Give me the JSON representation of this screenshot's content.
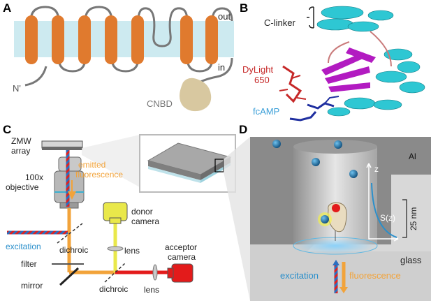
{
  "panels": {
    "a": "A",
    "b": "B",
    "c": "C",
    "d": "D"
  },
  "panelA": {
    "out": "out",
    "in": "in",
    "n_term": "N'",
    "domain": "CNBD"
  },
  "panelB": {
    "c_linker": "C-linker",
    "dye_line1": "DyLight",
    "dye_line2": "650",
    "ligand": "fcAMP"
  },
  "panelC": {
    "zmw_line1": "ZMW",
    "zmw_line2": "array",
    "objective_line1": "100x",
    "objective_line2": "objective",
    "emitted_line1": "emitted",
    "emitted_line2": "fluorescence",
    "donor_line1": "donor",
    "donor_line2": "camera",
    "acceptor_line1": "acceptor",
    "acceptor_line2": "camera",
    "excitation": "excitation",
    "dichroic1": "dichroic",
    "dichroic2": "dichroic",
    "lens1": "lens",
    "lens2": "lens",
    "filter": "filter",
    "mirror": "mirror"
  },
  "panelD": {
    "al": "Al",
    "z": "z",
    "sz": "S(z)",
    "scale": "25 nm",
    "glass": "glass",
    "excitation": "excitation",
    "fluorescence": "fluorescence"
  },
  "colors": {
    "orange": "#E07A2E",
    "membrane": "#CDEAF0",
    "excitation_blue": "#2A8FCB",
    "cyan": "#2EC7D3",
    "magenta": "#B21BC1",
    "red": "#E31B1B",
    "yellow": "#E9E84A",
    "fluor_orange": "#F2A33A",
    "dye_red": "#C62828",
    "ligand_blue": "#1F2FA0",
    "ligand_text": "#3B9FD8"
  }
}
